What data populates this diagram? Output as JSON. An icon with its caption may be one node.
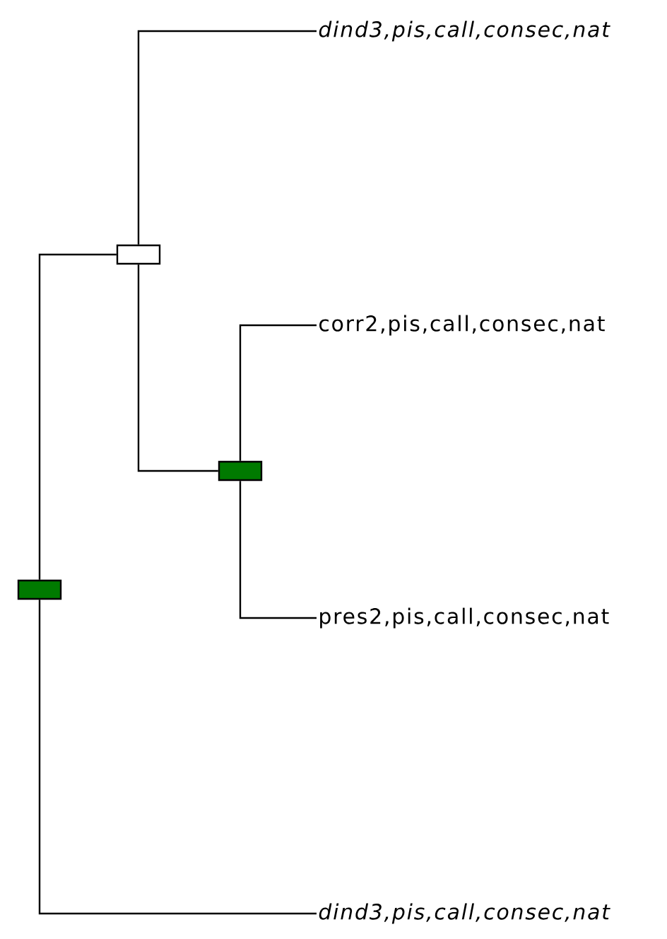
{
  "diagram": {
    "nodes": [
      {
        "text": [],
        "shape": "box"
      },
      {
        "text": [],
        "shape": "box"
      },
      {
        "text": [
          "dind3,pis,call,consec,nat"
        ]
      },
      {
        "text": [],
        "shape": "box"
      },
      {
        "text": [
          "corr2,pis,call,consec,nat"
        ]
      },
      {
        "text": [
          "pres2,pis,call,consec,nat"
        ]
      },
      {
        "text": [
          "dind3,pis,call,consec,nat"
        ]
      }
    ],
    "edges": [
      {
        "from": 0,
        "to": 1,
        "arrow": "none"
      },
      {
        "from": 1,
        "to": 2,
        "arrow": "none"
      },
      {
        "from": 1,
        "to": 3,
        "arrow": "none"
      },
      {
        "from": 3,
        "to": 4,
        "arrow": "none"
      },
      {
        "from": 3,
        "to": 5,
        "arrow": "none"
      },
      {
        "from": 0,
        "to": 6,
        "arrow": "none"
      }
    ]
  }
}
